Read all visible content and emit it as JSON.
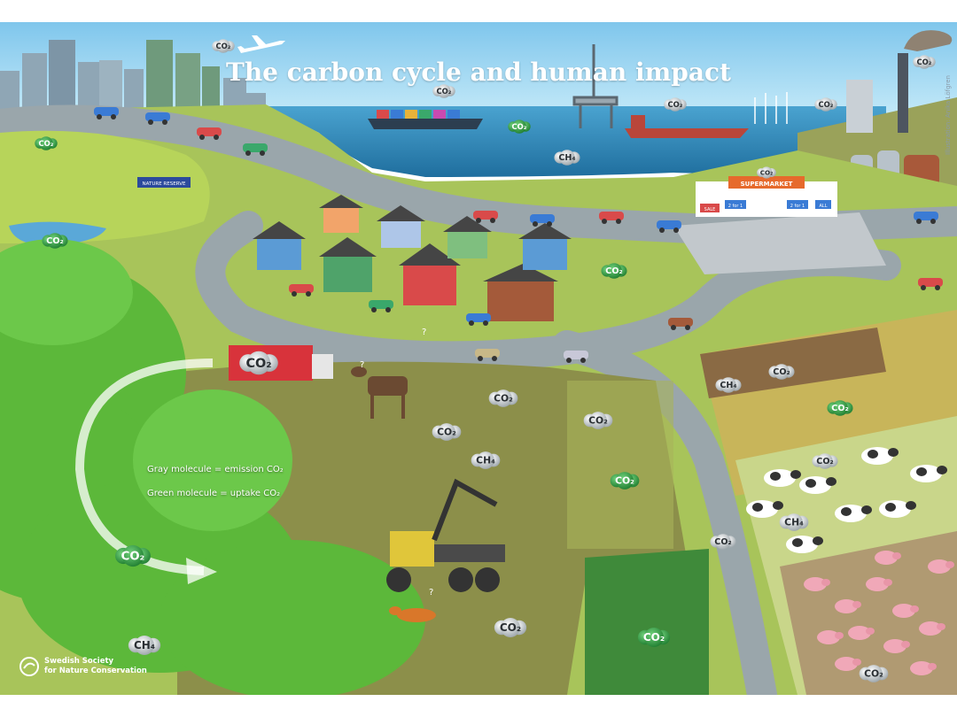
{
  "title": "The carbon cycle and human impact",
  "credit": "Illustration: Anika Löfgren",
  "legend": {
    "gray": "Gray molecule = emission CO₂",
    "green": "Green molecule = uptake CO₂"
  },
  "signs": {
    "nature_reserve": "NATURE RESERVE",
    "supermarket": "SUPERMARKET",
    "sale": "SALE",
    "two_for_1": "2 for 1",
    "all": "ALL"
  },
  "molecules": {
    "co2": "CO₂",
    "ch4": "CH₄",
    "question": "?"
  },
  "logo": {
    "line1": "Swedish Society",
    "line2": "for Nature Conservation"
  },
  "colors": {
    "sky": "#a9d8f0",
    "sea": "#3a8fc0",
    "road": "#8c9aa0",
    "grass": "#9dc44a",
    "forest_floor": "#8a8c45",
    "uptake_molecule": "#2f9a3e",
    "emission_molecule": "#b9c0c4"
  }
}
